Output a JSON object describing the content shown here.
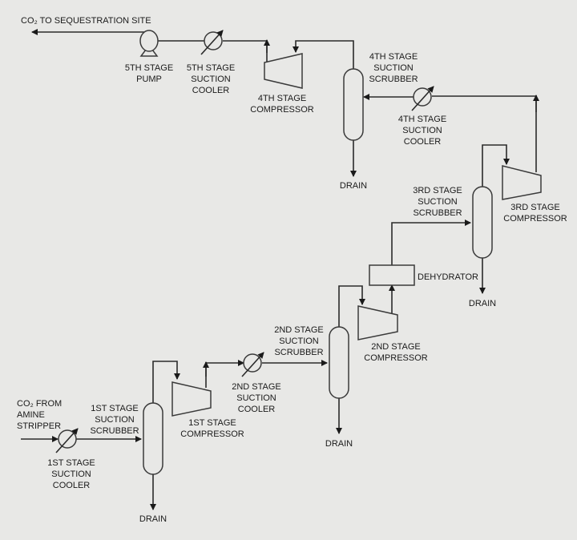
{
  "title": "CO2 compression process flow",
  "labels": {
    "co2_out": "CO₂ TO SEQUESTRATION SITE",
    "co2_in": [
      "CO₂ FROM",
      "AMINE",
      "STRIPPER"
    ],
    "pump5": [
      "5TH STAGE",
      "PUMP"
    ],
    "cooler5": [
      "5TH STAGE",
      "SUCTION",
      "COOLER"
    ],
    "comp4": [
      "4TH STAGE",
      "COMPRESSOR"
    ],
    "scrub4": [
      "4TH STAGE",
      "SUCTION",
      "SCRUBBER"
    ],
    "cooler4": [
      "4TH STAGE",
      "SUCTION",
      "COOLER"
    ],
    "drain4": "DRAIN",
    "scrub3": [
      "3RD STAGE",
      "SUCTION",
      "SCRUBBER"
    ],
    "comp3": [
      "3RD STAGE",
      "COMPRESSOR"
    ],
    "dehydrator": "DEHYDRATOR",
    "drain3": "DRAIN",
    "scrub2": [
      "2ND STAGE",
      "SUCTION",
      "SCRUBBER"
    ],
    "comp2": [
      "2ND STAGE",
      "COMPRESSOR"
    ],
    "cooler2": [
      "2ND STAGE",
      "SUCTION",
      "COOLER"
    ],
    "drain2": "DRAIN",
    "scrub1": [
      "1ST STAGE",
      "SUCTION",
      "SCRUBBER"
    ],
    "comp1": [
      "1ST STAGE",
      "COMPRESSOR"
    ],
    "cooler1": [
      "1ST STAGE",
      "SUCTION",
      "COOLER"
    ],
    "drain1": "DRAIN"
  }
}
